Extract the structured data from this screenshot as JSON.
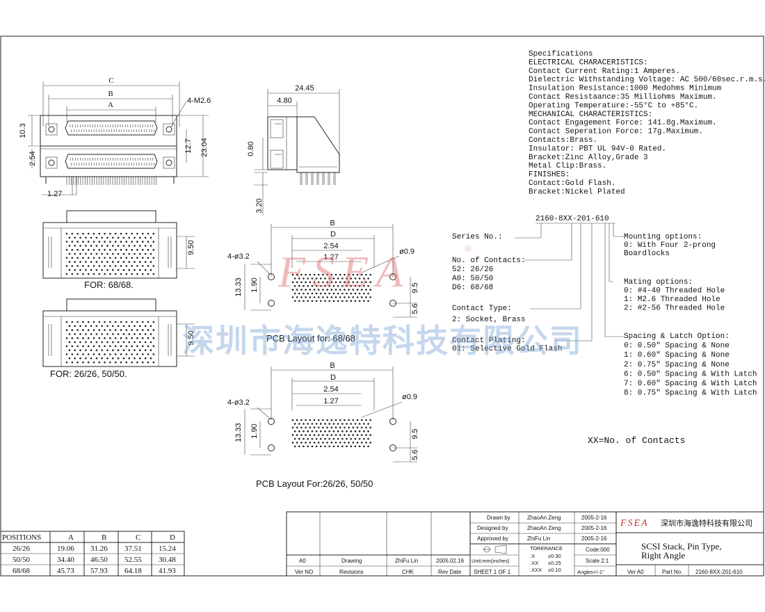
{
  "watermark": {
    "brand": "FSEA",
    "company_cn": "深圳市海逸特科技有限公司",
    "registered": "®"
  },
  "front_view": {
    "dim_c": "C",
    "dim_b": "B",
    "dim_a": "A",
    "hole": "4-M2.6",
    "d103": "10.3",
    "d254": "2.54",
    "d127": "1.27",
    "d127b": "12.7",
    "d2304": "23.04"
  },
  "side_view": {
    "d2445": "24.45",
    "d480": "4.80",
    "d080": "0.80",
    "d320": "3.20"
  },
  "top_views": {
    "for1": "FOR: 68/68.",
    "for2": "FOR: 26/26, 50/50.",
    "d950a": "9.50",
    "d950b": "9.50"
  },
  "pcb1": {
    "B": "B",
    "D": "D",
    "p254": "2.54",
    "p127": "1.27",
    "hole4": "4-ø3.2",
    "hole09": "ø0.9",
    "d1333": "13.33",
    "d190": "1.90",
    "d95": "9.5",
    "d56": "5.6",
    "caption": "PCB Layout for: 68/68"
  },
  "pcb2": {
    "B": "B",
    "D": "D",
    "p254": "2.54",
    "p127": "1.27",
    "hole4": "4-ø3.2",
    "hole09": "ø0.9",
    "d1333": "13.33",
    "d190": "1.90",
    "d95": "9.5",
    "d56": "5.6",
    "caption": "PCB Layout For:26/26, 50/50"
  },
  "specs": [
    "Specifications",
    "ELECTRICAL CHARACERISTICS:",
    "Contact Current Rating:1 Amperes.",
    "Dielectric Withstanding Voltage: AC 500/60sec.r.m.s.",
    "Insulation Resistance:1000 Medohms Minimum",
    "Contact Resistaance:35 Milliohms Maximum.",
    "Operating Temperature:-55°C to +85°C.",
    "MECHANICAL CHARACTERISTICS:",
    "Contact Engagement Force: 141.8g.Maximum.",
    "Contact Seperation Force: 17g.Maximum.",
    "Contacts:Brass.",
    "Insulator: PBT UL 94V-0 Rated.",
    "Bracket:Zinc Alloy,Grade 3",
    "Metal Clip:Brass.",
    "FINISHES:",
    "Contact:Gold Flash.",
    "Bracket:Nickel Plated"
  ],
  "part_code": {
    "code": "2160-8XX-201-610",
    "series": "Series No.:",
    "contacts": [
      "No. of Contacts:",
      "52: 26/26",
      "A0: 50/50",
      "D6: 68/68"
    ],
    "contact_type": [
      "Contact Type:",
      "2: Socket, Brass"
    ],
    "plating": [
      "Contact Plating:",
      "01: Selective Gold Flash"
    ],
    "mounting": [
      "Mounting options:",
      "0: With Four 2-prong",
      "   Boardlocks"
    ],
    "mating": [
      "Mating options:",
      "0: #4-40 Threaded Hole",
      "1: M2.6 Threaded Hole",
      "2: #2-56 Threaded Hole"
    ],
    "spacing": [
      "Spacing & Latch Option:",
      "0: 0.50\" Spacing & None",
      "1: 0.60\" Spacing & None",
      "2: 0.75\" Spacing & None",
      "6: 0.50\" Spacing & With Latch",
      "7: 0.60\" Spacing & With Latch",
      "8: 0.75\" Spacing & With Latch"
    ],
    "xx_note": "XX=No. of Contacts"
  },
  "positions_table": {
    "headers": [
      "POSITIONS",
      "A",
      "B",
      "C",
      "D"
    ],
    "rows": [
      [
        "26/26",
        "19.06",
        "31.26",
        "37.51",
        "15.24"
      ],
      [
        "50/50",
        "34.40",
        "46.50",
        "52.55",
        "30.48"
      ],
      [
        "68/68",
        "45.73",
        "57.93",
        "64.18",
        "41.93"
      ]
    ]
  },
  "title_block": {
    "drawn_by": "Drawn by",
    "drawn_name": "ZhaoAn Zeng",
    "drawn_date": "2005-2-16",
    "designed_by": "Designed by",
    "designed_name": "ZhaoAn Zeng",
    "designed_date": "2005-2-16",
    "approved_by": "Approved by",
    "approved_name": "ZhiFu Lin",
    "approved_date": "2005-2-16",
    "rev": "A0",
    "drawing": "Drawing",
    "chk_name": "ZhiFu Lin",
    "rev_date": "2005.02.16",
    "units": "Unit:mm(inches)",
    "code": "Code:000",
    "scale": "Scale 2:1",
    "sheet": "SHEET 1 OF 1",
    "tolerance": "TORERANCE",
    "tol_x": ".X",
    "tol_x_v": "±0.30",
    "tol_xx": ".XX",
    "tol_xx_v": "±0.25",
    "tol_xxx": ".XXX",
    "tol_xxx_v": "±0.10",
    "angles": "Angles+\\-1°",
    "ver_no": "Ver NO",
    "revisions": "Revisions",
    "chk": "CHK",
    "rev_date_label": "Rev Date",
    "brand": "FSEA",
    "company": "深圳市海逸特科技有限公司",
    "title1": "SCSI Stack, Pin Type,",
    "title2": "Right Angle",
    "ver": "Ver A0",
    "part_no_label": "Part No.",
    "part_no": "2160-8XX-201-610"
  }
}
